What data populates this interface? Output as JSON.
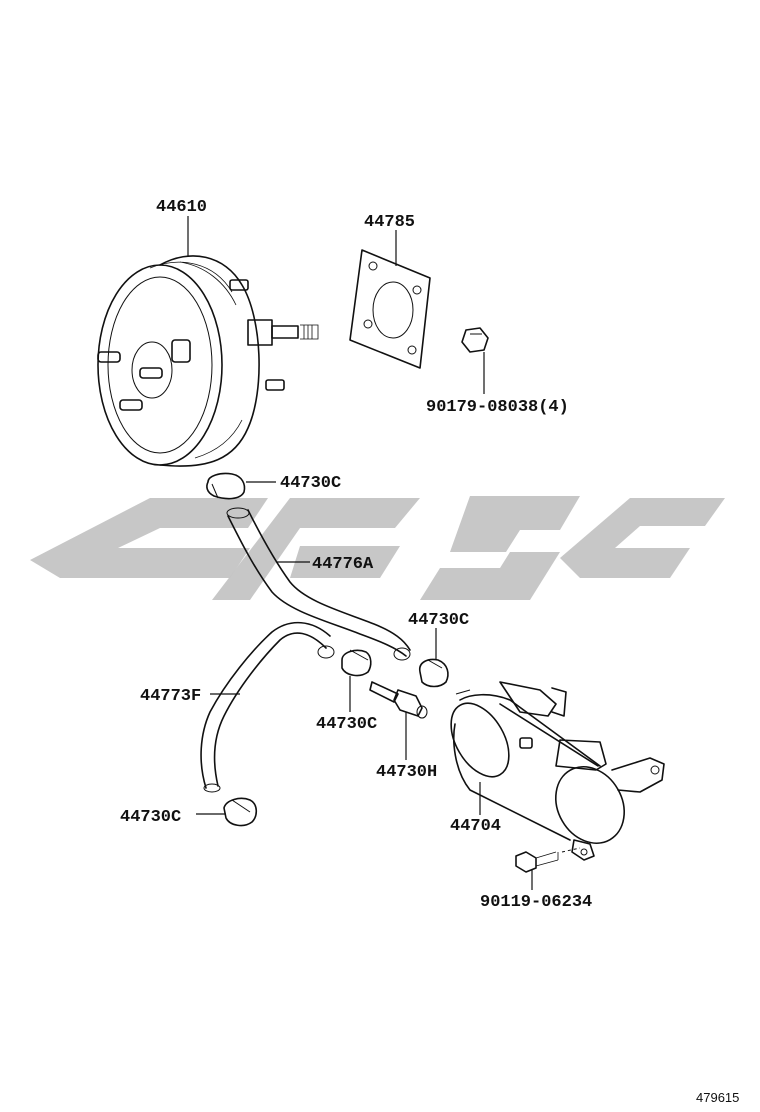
{
  "colors": {
    "line": "#111111",
    "watermark": "#c4c4c4",
    "background": "#ffffff"
  },
  "labels": {
    "booster": "44610",
    "gasket": "44785",
    "nut": "90179-08038(4)",
    "clamp_top": "44730C",
    "hose_a": "44776A",
    "clamp_mid_right": "44730C",
    "hose_f": "44773F",
    "clamp_mid": "44730C",
    "check_valve": "44730H",
    "tank": "44704",
    "clamp_bottom": "44730C",
    "bolt": "90119-06234"
  },
  "reference": "479615"
}
